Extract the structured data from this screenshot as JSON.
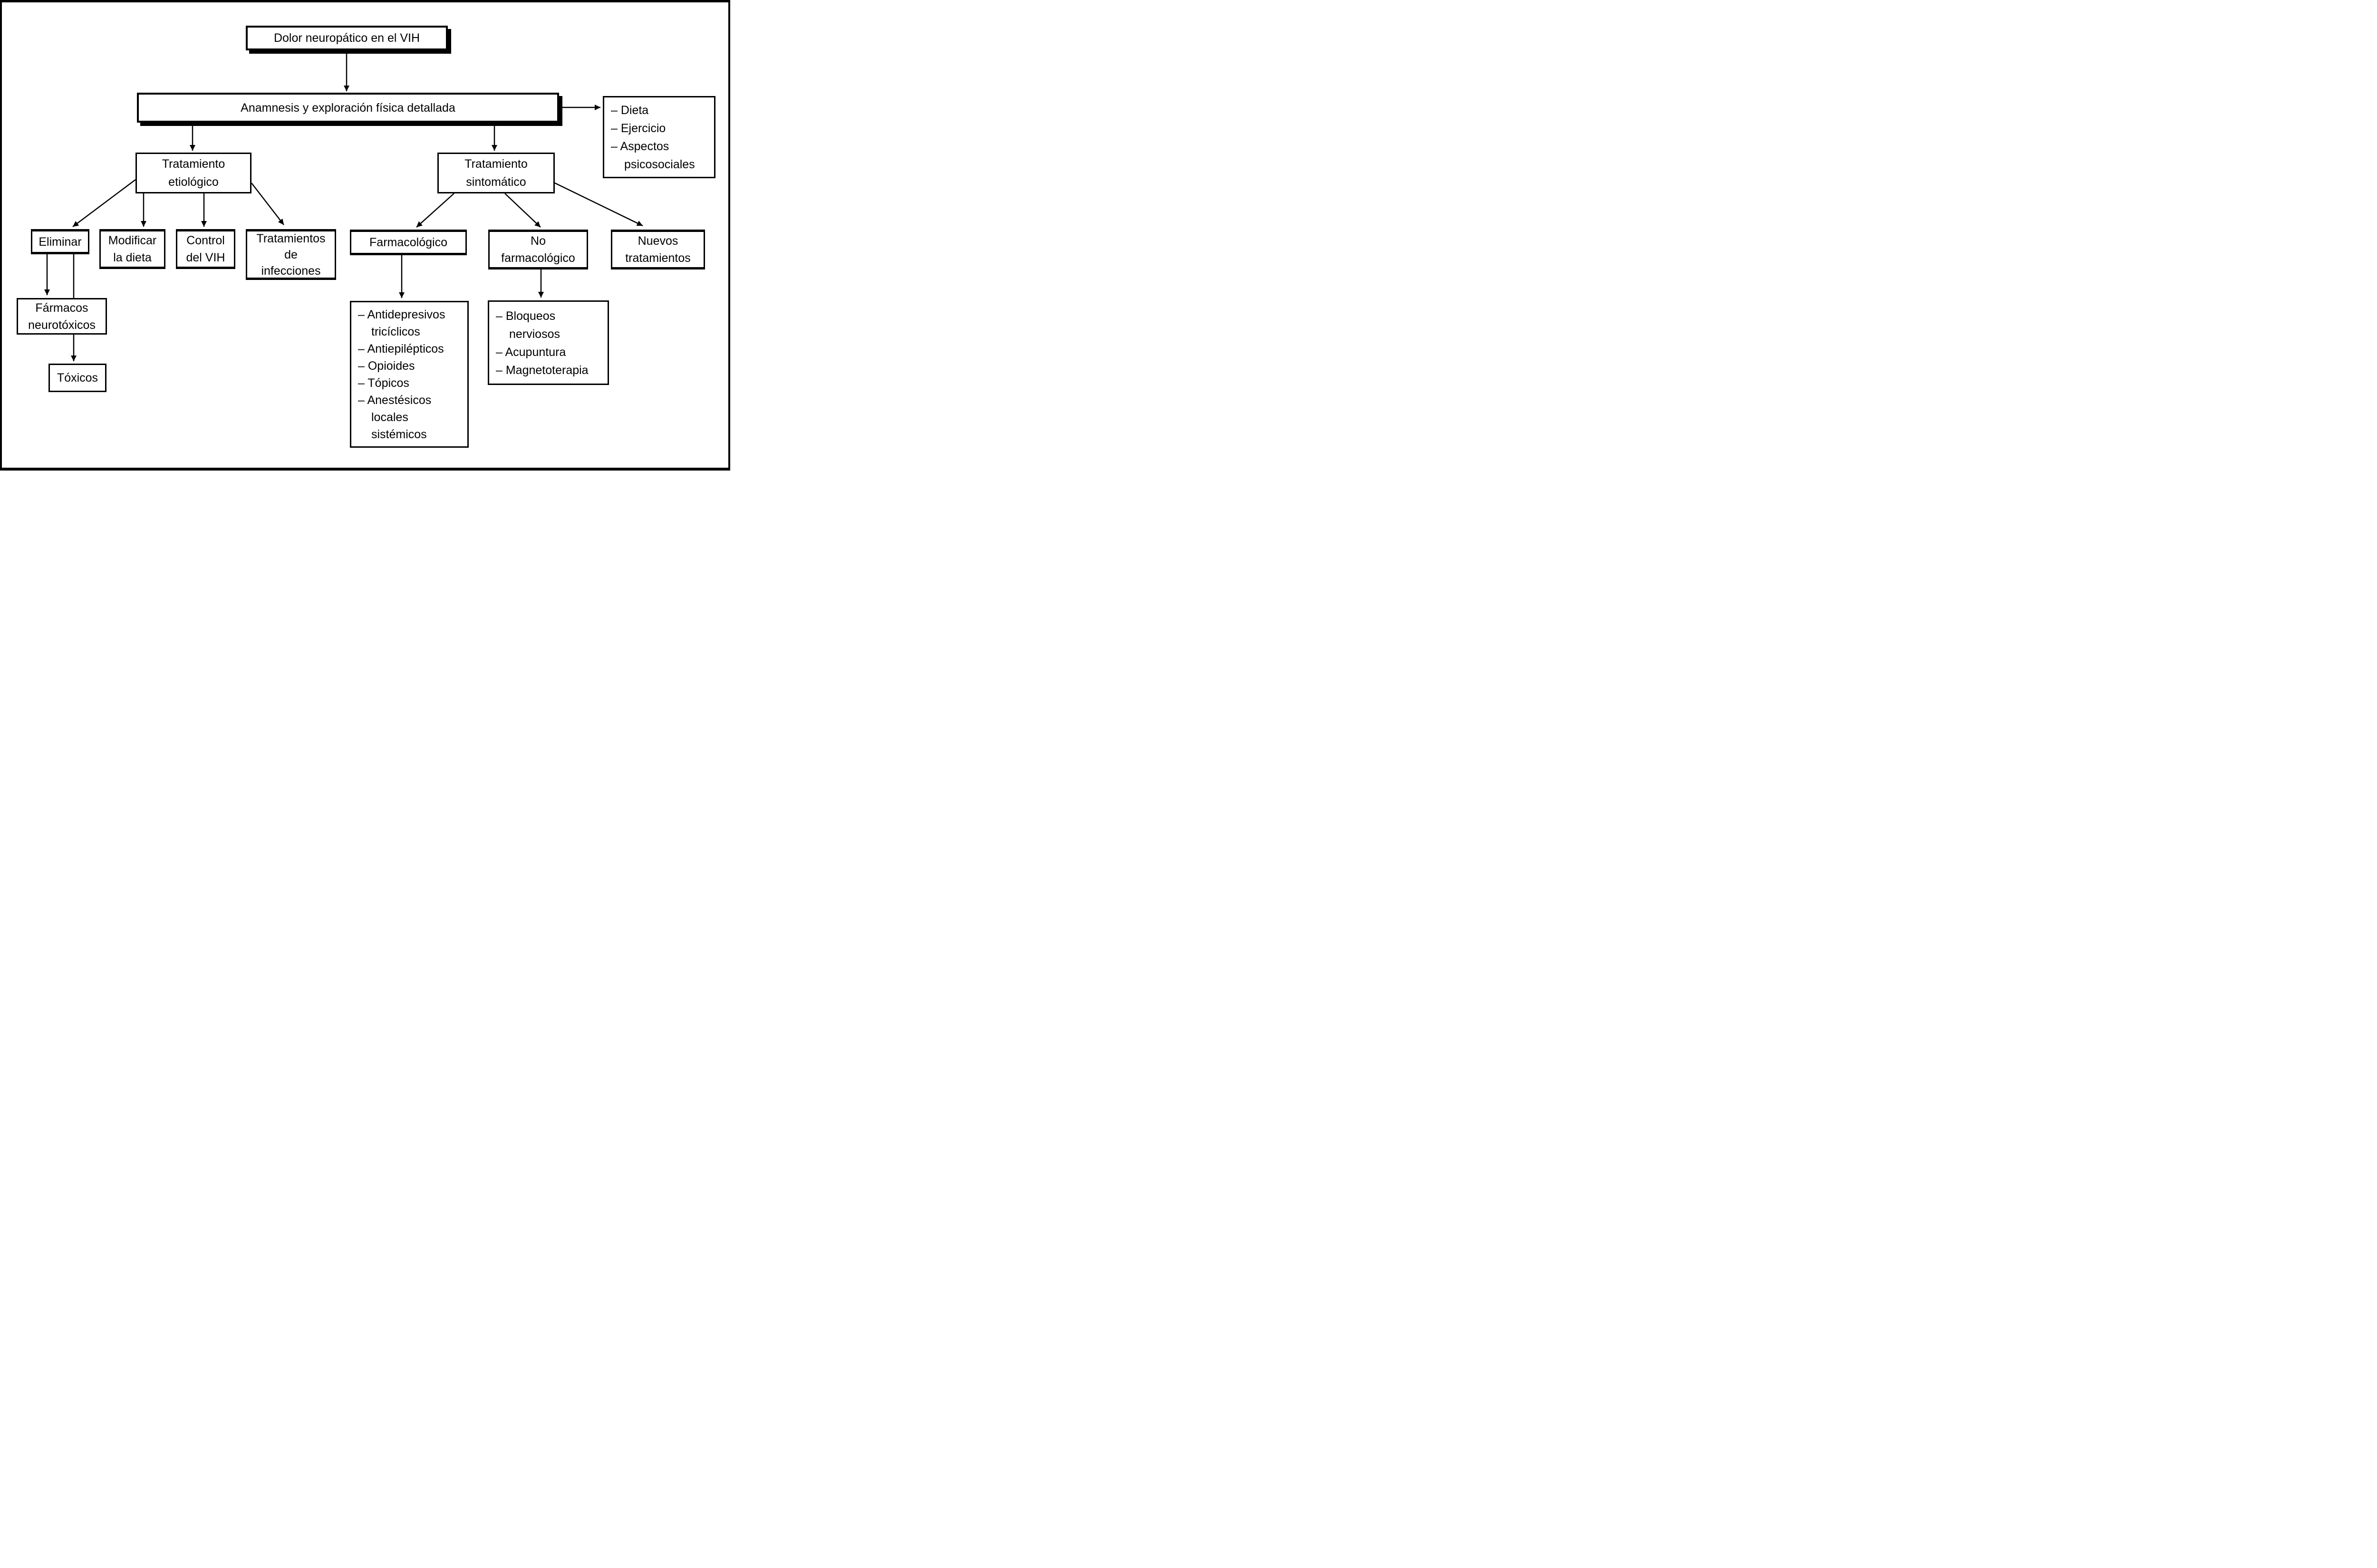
{
  "diagram": {
    "title": "Dolor neuropático en el VIH",
    "anamnesis": "Anamnesis y exploración física detallada",
    "general_measures": {
      "items": [
        "– Dieta",
        "– Ejercicio",
        "– Aspectos",
        "psicosociales"
      ]
    },
    "etiologico": {
      "line1": "Tratamiento",
      "line2": "etiológico"
    },
    "sintomatico": {
      "line1": "Tratamiento",
      "line2": "sintomático"
    },
    "eliminar": "Eliminar",
    "modificar": {
      "line1": "Modificar",
      "line2": "la dieta"
    },
    "control": {
      "line1": "Control",
      "line2": "del VIH"
    },
    "infecciones": {
      "line1": "Tratamientos",
      "line2": "de",
      "line3": "infecciones"
    },
    "farmacos_neurotoxicos": {
      "line1": "Fármacos",
      "line2": "neurotóxicos"
    },
    "toxicos": "Tóxicos",
    "farmacologico": "Farmacológico",
    "no_farmacologico": {
      "line1": "No",
      "line2": "farmacológico"
    },
    "nuevos_tratamientos": {
      "line1": "Nuevos",
      "line2": "tratamientos"
    },
    "pharm_list": {
      "items": [
        "– Antidepresivos",
        "tricíclicos",
        "– Antiepilépticos",
        "– Opioides",
        "– Tópicos",
        "– Anestésicos",
        "locales",
        "sistémicos"
      ]
    },
    "nonpharm_list": {
      "items": [
        "– Bloqueos",
        "nerviosos",
        "– Acupuntura",
        "– Magnetoterapia"
      ]
    }
  },
  "colors": {
    "ink": "#000000",
    "paper": "#ffffff"
  }
}
